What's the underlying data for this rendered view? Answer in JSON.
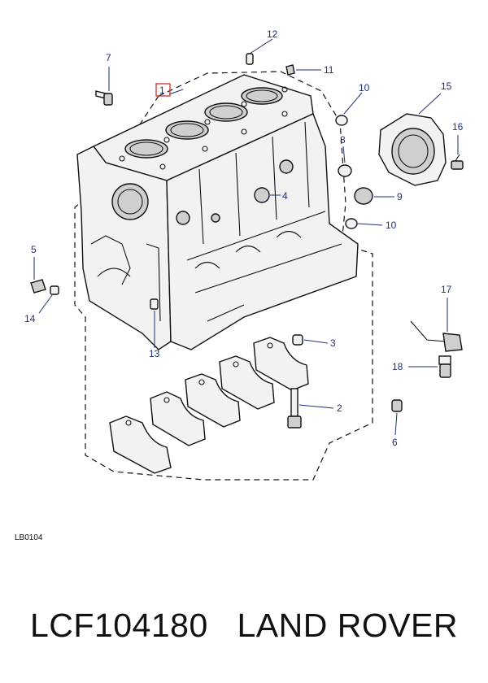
{
  "diagram": {
    "reference_code": "LB0104",
    "callouts": [
      {
        "id": "c1",
        "label": "1"
      },
      {
        "id": "c2",
        "label": "2"
      },
      {
        "id": "c3",
        "label": "3"
      },
      {
        "id": "c4",
        "label": "4"
      },
      {
        "id": "c5",
        "label": "5"
      },
      {
        "id": "c6",
        "label": "6"
      },
      {
        "id": "c7",
        "label": "7"
      },
      {
        "id": "c8",
        "label": "8"
      },
      {
        "id": "c9",
        "label": "9"
      },
      {
        "id": "c10a",
        "label": "10"
      },
      {
        "id": "c10b",
        "label": "10"
      },
      {
        "id": "c11",
        "label": "11"
      },
      {
        "id": "c12",
        "label": "12"
      },
      {
        "id": "c13",
        "label": "13"
      },
      {
        "id": "c14",
        "label": "14"
      },
      {
        "id": "c15",
        "label": "15"
      },
      {
        "id": "c16",
        "label": "16"
      },
      {
        "id": "c17",
        "label": "17"
      },
      {
        "id": "c18",
        "label": "18"
      }
    ],
    "highlight_color": "#d0312d",
    "callout_color": "#1f2f7a"
  },
  "caption": {
    "part_number": "LCF104180",
    "brand": "LAND ROVER"
  }
}
